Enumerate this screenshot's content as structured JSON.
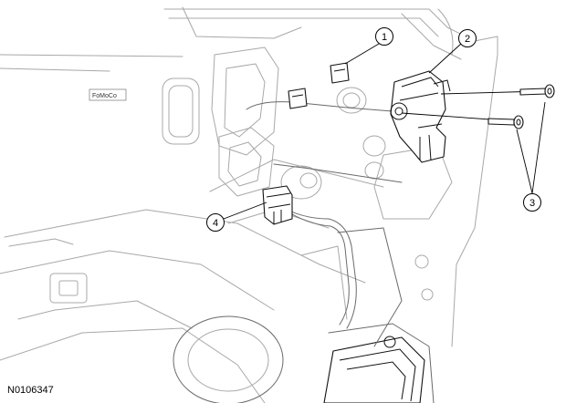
{
  "figure_id": "N0106347",
  "logo_text": "FoMoCo",
  "callouts": [
    {
      "label": "1"
    },
    {
      "label": "2"
    },
    {
      "label": "3"
    },
    {
      "label": "4"
    }
  ]
}
